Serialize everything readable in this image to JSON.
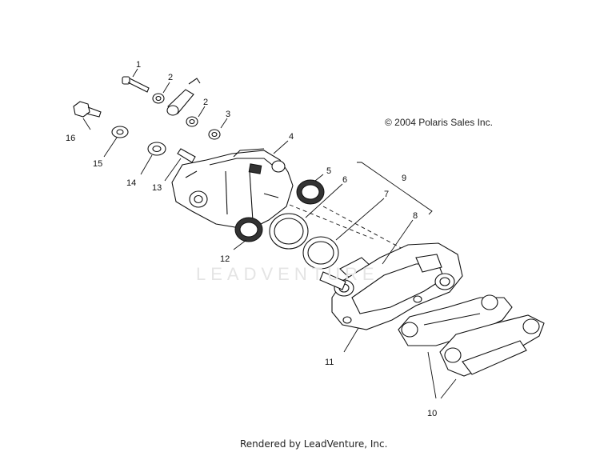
{
  "copyright": "© 2004 Polaris Sales Inc.",
  "watermark": "LEADVENTURE",
  "footer": "Rendered by LeadVenture, Inc.",
  "callouts": [
    "1",
    "2",
    "2",
    "3",
    "4",
    "5",
    "6",
    "7",
    "8",
    "9",
    "10",
    "11",
    "12",
    "13",
    "14",
    "15",
    "16"
  ]
}
